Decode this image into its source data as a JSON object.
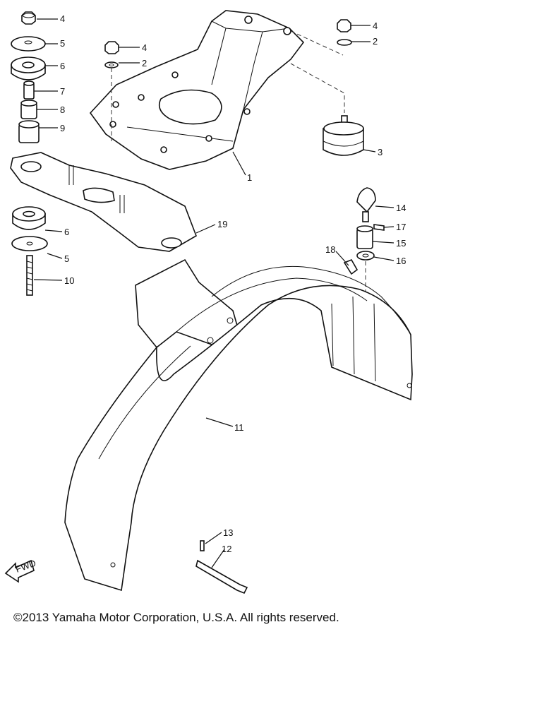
{
  "diagram": {
    "callouts": [
      "4",
      "5",
      "6",
      "7",
      "8",
      "9",
      "4",
      "2",
      "4",
      "2",
      "3",
      "1",
      "14",
      "17",
      "15",
      "18",
      "16",
      "19",
      "6",
      "5",
      "10",
      "11",
      "13",
      "12"
    ],
    "fwd_label": "FWD"
  },
  "footer": {
    "copyright": "©2013 Yamaha Motor Corporation, U.S.A. All rights reserved."
  }
}
